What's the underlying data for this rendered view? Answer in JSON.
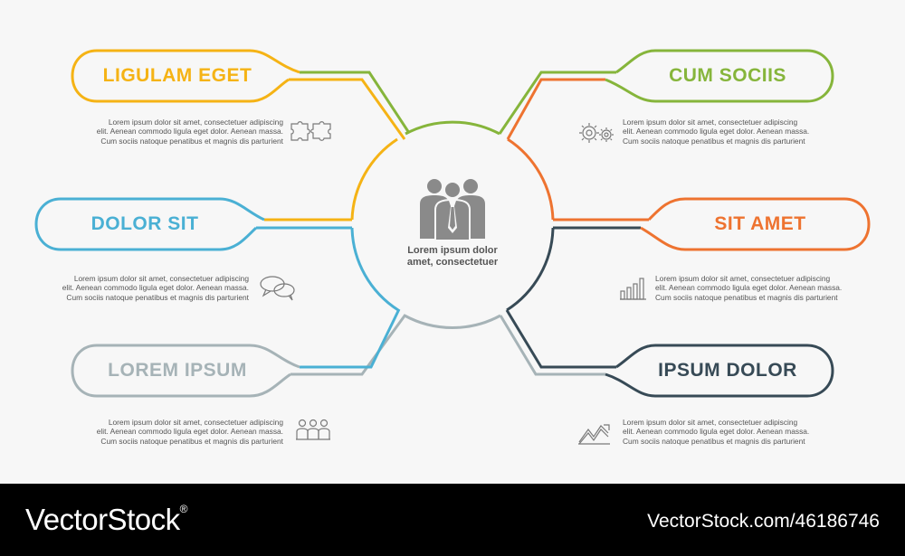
{
  "center": {
    "text_line1": "Lorem ipsum dolor",
    "text_line2": "amet, consectetuer",
    "icon": "business-team-icon",
    "color": "#8a8a8a"
  },
  "nodes": [
    {
      "id": "ligulam-eget",
      "label": "LIGULAM EGET",
      "color": "#f5b315",
      "icon": "puzzle-icon",
      "description": [
        "Lorem ipsum dolor sit amet, consectetuer adipiscing",
        "elit. Aenean commodo ligula eget dolor. Aenean massa.",
        "Cum sociis natoque penatibus et magnis dis parturient"
      ]
    },
    {
      "id": "dolor-sit",
      "label": "DOLOR SIT",
      "color": "#4ab0d4",
      "icon": "chat-bubbles-icon",
      "description": [
        "Lorem ipsum dolor sit amet, consectetuer adipiscing",
        "elit. Aenean commodo ligula eget dolor. Aenean massa.",
        "Cum sociis natoque penatibus et magnis dis parturient"
      ]
    },
    {
      "id": "lorem-ipsum",
      "label": "LOREM IPSUM",
      "color": "#a6b3b7",
      "icon": "group-icon",
      "description": [
        "Lorem ipsum dolor sit amet, consectetuer adipiscing",
        "elit. Aenean commodo ligula eget dolor. Aenean massa.",
        "Cum sociis natoque penatibus et magnis dis parturient"
      ]
    },
    {
      "id": "cum-sociis",
      "label": "CUM SOCIIS",
      "color": "#86b53b",
      "icon": "gears-icon",
      "description": [
        "Lorem ipsum dolor sit amet, consectetuer adipiscing",
        "elit. Aenean commodo ligula eget dolor. Aenean massa.",
        "Cum sociis natoque penatibus et magnis dis parturient"
      ]
    },
    {
      "id": "sit-amet",
      "label": "SIT AMET",
      "color": "#ee7330",
      "icon": "bar-chart-icon",
      "description": [
        "Lorem ipsum dolor sit amet, consectetuer adipiscing",
        "elit. Aenean commodo ligula eget dolor. Aenean massa.",
        "Cum sociis natoque penatibus et magnis dis parturient"
      ]
    },
    {
      "id": "ipsum-dolor",
      "label": "IPSUM DOLOR",
      "color": "#374a56",
      "icon": "line-chart-icon",
      "description": [
        "Lorem ipsum dolor sit amet, consectetuer adipiscing",
        "elit. Aenean commodo ligula eget dolor. Aenean massa.",
        "Cum sociis natoque penatibus et magnis dis parturient"
      ]
    }
  ],
  "footer": {
    "brand": "VectorStock",
    "registered": "®",
    "stock_id": "VectorStock.com/46186746"
  }
}
